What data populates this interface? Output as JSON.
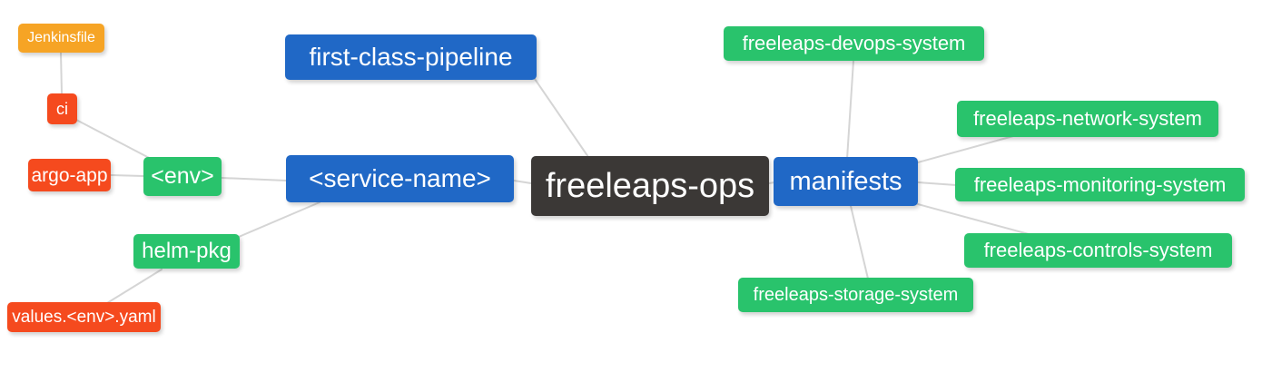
{
  "diagram": {
    "type": "mindmap",
    "root_label": "freeleaps-ops",
    "palette": {
      "root_bg": "#3b3836",
      "branch_blue": "#2068c6",
      "leaf_green": "#29c36c",
      "leaf_red": "#f54a1e",
      "leaf_orange": "#f6a425",
      "edge_line": "#d5d5d5",
      "node_text": "#ffffff",
      "background": "#ffffff"
    },
    "nodes": [
      {
        "id": "jenkinsfile",
        "label": "Jenkinsfile",
        "color": "orange"
      },
      {
        "id": "ci",
        "label": "ci",
        "color": "red"
      },
      {
        "id": "argo-app",
        "label": "argo-app",
        "color": "red"
      },
      {
        "id": "env",
        "label": "<env>",
        "color": "green"
      },
      {
        "id": "helm-pkg",
        "label": "helm-pkg",
        "color": "green"
      },
      {
        "id": "values-env-yaml",
        "label": "values.<env>.yaml",
        "color": "red"
      },
      {
        "id": "first-class-pipeline",
        "label": "first-class-pipeline",
        "color": "blue"
      },
      {
        "id": "service-name",
        "label": "<service-name>",
        "color": "blue"
      },
      {
        "id": "freeleaps-ops",
        "label": "freeleaps-ops",
        "color": "dark"
      },
      {
        "id": "manifests",
        "label": "manifests",
        "color": "blue"
      },
      {
        "id": "devops-system",
        "label": "freeleaps-devops-system",
        "color": "green"
      },
      {
        "id": "network-system",
        "label": "freeleaps-network-system",
        "color": "green"
      },
      {
        "id": "monitoring-system",
        "label": "freeleaps-monitoring-system",
        "color": "green"
      },
      {
        "id": "controls-system",
        "label": "freeleaps-controls-system",
        "color": "green"
      },
      {
        "id": "storage-system",
        "label": "freeleaps-storage-system",
        "color": "green"
      }
    ],
    "edges": [
      {
        "from": "jenkinsfile",
        "to": "ci"
      },
      {
        "from": "ci",
        "to": "env"
      },
      {
        "from": "argo-app",
        "to": "env"
      },
      {
        "from": "env",
        "to": "service-name"
      },
      {
        "from": "helm-pkg",
        "to": "service-name"
      },
      {
        "from": "values-env-yaml",
        "to": "helm-pkg"
      },
      {
        "from": "first-class-pipeline",
        "to": "freeleaps-ops"
      },
      {
        "from": "service-name",
        "to": "freeleaps-ops"
      },
      {
        "from": "freeleaps-ops",
        "to": "manifests"
      },
      {
        "from": "manifests",
        "to": "devops-system"
      },
      {
        "from": "manifests",
        "to": "network-system"
      },
      {
        "from": "manifests",
        "to": "monitoring-system"
      },
      {
        "from": "manifests",
        "to": "controls-system"
      },
      {
        "from": "manifests",
        "to": "storage-system"
      }
    ]
  }
}
